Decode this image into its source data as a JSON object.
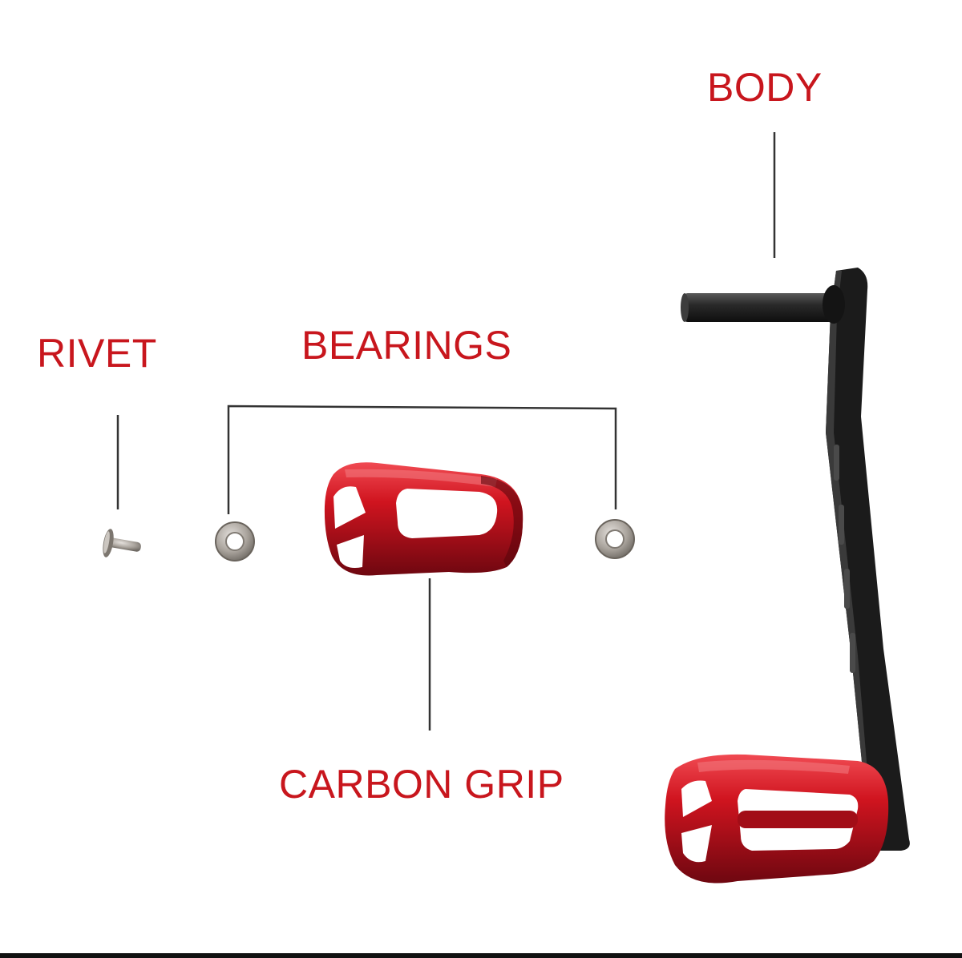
{
  "labels": {
    "body": "BODY",
    "rivet": "RIVET",
    "bearings": "BEARINGS",
    "carbon_grip": "CARBON GRIP"
  },
  "colors": {
    "label_red": "#c8161d",
    "part_red": "#c81420",
    "part_dark_red": "#7a0810",
    "body_black": "#1a1a1a",
    "leader_line": "#333333",
    "metal": "#b5b0aa"
  }
}
